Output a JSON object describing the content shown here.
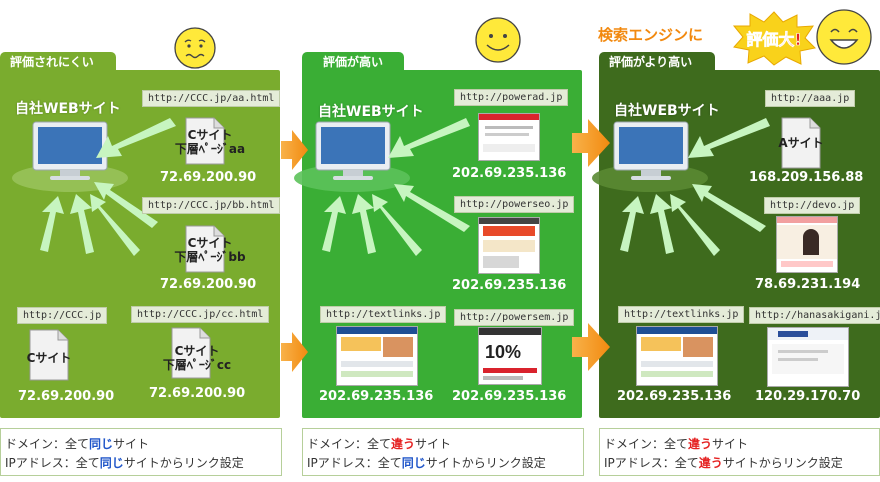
{
  "header": {
    "callout_prefix": "検索エンジンに",
    "callout_burst": "評価大!"
  },
  "panels": [
    {
      "tab": "評価されにくい",
      "site_label": "自社WEBサイト",
      "items": [
        {
          "url": "http://CCC.jp/aa.html",
          "label_line1": "Cサイト",
          "label_line2": "下層ﾍﾟｰｼﾞaa",
          "ip": "72.69.200.90"
        },
        {
          "url": "http://CCC.jp/bb.html",
          "label_line1": "Cサイト",
          "label_line2": "下層ﾍﾟｰｼﾞbb",
          "ip": "72.69.200.90"
        },
        {
          "url": "http://CCC.jp",
          "label_line1": "Cサイト",
          "label_line2": "",
          "ip": "72.69.200.90"
        },
        {
          "url": "http://CCC.jp/cc.html",
          "label_line1": "Cサイト",
          "label_line2": "下層ﾍﾟｰｼﾞcc",
          "ip": "72.69.200.90"
        }
      ],
      "note": {
        "line1_pre": "ドメイン：全て",
        "line1_hl": "同じ",
        "line1_post": "サイト",
        "line2_pre": "IPアドレス：全て",
        "line2_hl": "同じ",
        "line2_post": "サイトからリンク設定"
      }
    },
    {
      "tab": "評価が高い",
      "site_label": "自社WEBサイト",
      "items": [
        {
          "url": "http://powerad.jp",
          "ip": "202.69.235.136"
        },
        {
          "url": "http://powerseo.jp",
          "ip": "202.69.235.136"
        },
        {
          "url": "http://textlinks.jp",
          "ip": "202.69.235.136"
        },
        {
          "url": "http://powersem.jp",
          "ip": "202.69.235.136",
          "thumb_text": "10%"
        }
      ],
      "note": {
        "line1_pre": "ドメイン：全て",
        "line1_hl": "違う",
        "line1_post": "サイト",
        "line2_pre": "IPアドレス：全て",
        "line2_hl": "同じ",
        "line2_post": "サイトからリンク設定"
      }
    },
    {
      "tab": "評価がより高い",
      "site_label": "自社WEBサイト",
      "items": [
        {
          "url": "http://aaa.jp",
          "label_line1": "Aサイト",
          "ip": "168.209.156.88"
        },
        {
          "url": "http://devo.jp",
          "ip": "78.69.231.194"
        },
        {
          "url": "http://textlinks.jp",
          "ip": "202.69.235.136"
        },
        {
          "url": "http://hanasakigani.jp",
          "ip": "120.29.170.70"
        }
      ],
      "note": {
        "line1_pre": "ドメイン：全て",
        "line1_hl": "違う",
        "line1_post": "サイト",
        "line2_pre": "IPアドレス：全て",
        "line2_hl": "違う",
        "line2_post": "サイトからリンク設定"
      }
    }
  ]
}
